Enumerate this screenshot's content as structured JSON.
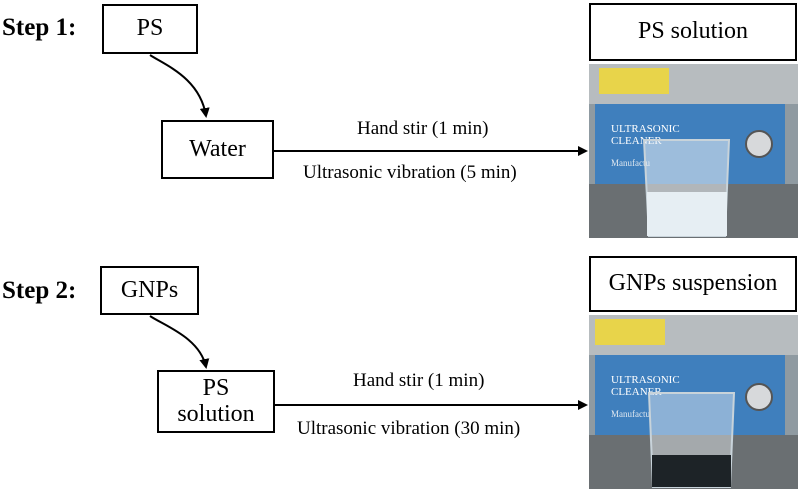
{
  "step1": {
    "title": "Step 1:",
    "input": "PS",
    "mixer": "Water",
    "process_top": "Hand stir (1 min)",
    "process_bottom": "Ultrasonic vibration (5 min)",
    "result": "PS solution"
  },
  "step2": {
    "title": "Step 2:",
    "input": "GNPs",
    "mixer_line1": "PS",
    "mixer_line2": "solution",
    "process_top": "Hand stir (1 min)",
    "process_bottom": "Ultrasonic vibration (30 min)",
    "result": "GNPs suspension"
  },
  "photos": {
    "device_text_line1": "ULTRASONIC",
    "device_text_line2": "CLEANER",
    "device_text_line3": "Manufactu",
    "device_color": "#3f7fbd",
    "panel_color": "#b7bcbf",
    "liquid_step1_color": "#e6eef3",
    "liquid_step2_color": "#1d2327"
  }
}
